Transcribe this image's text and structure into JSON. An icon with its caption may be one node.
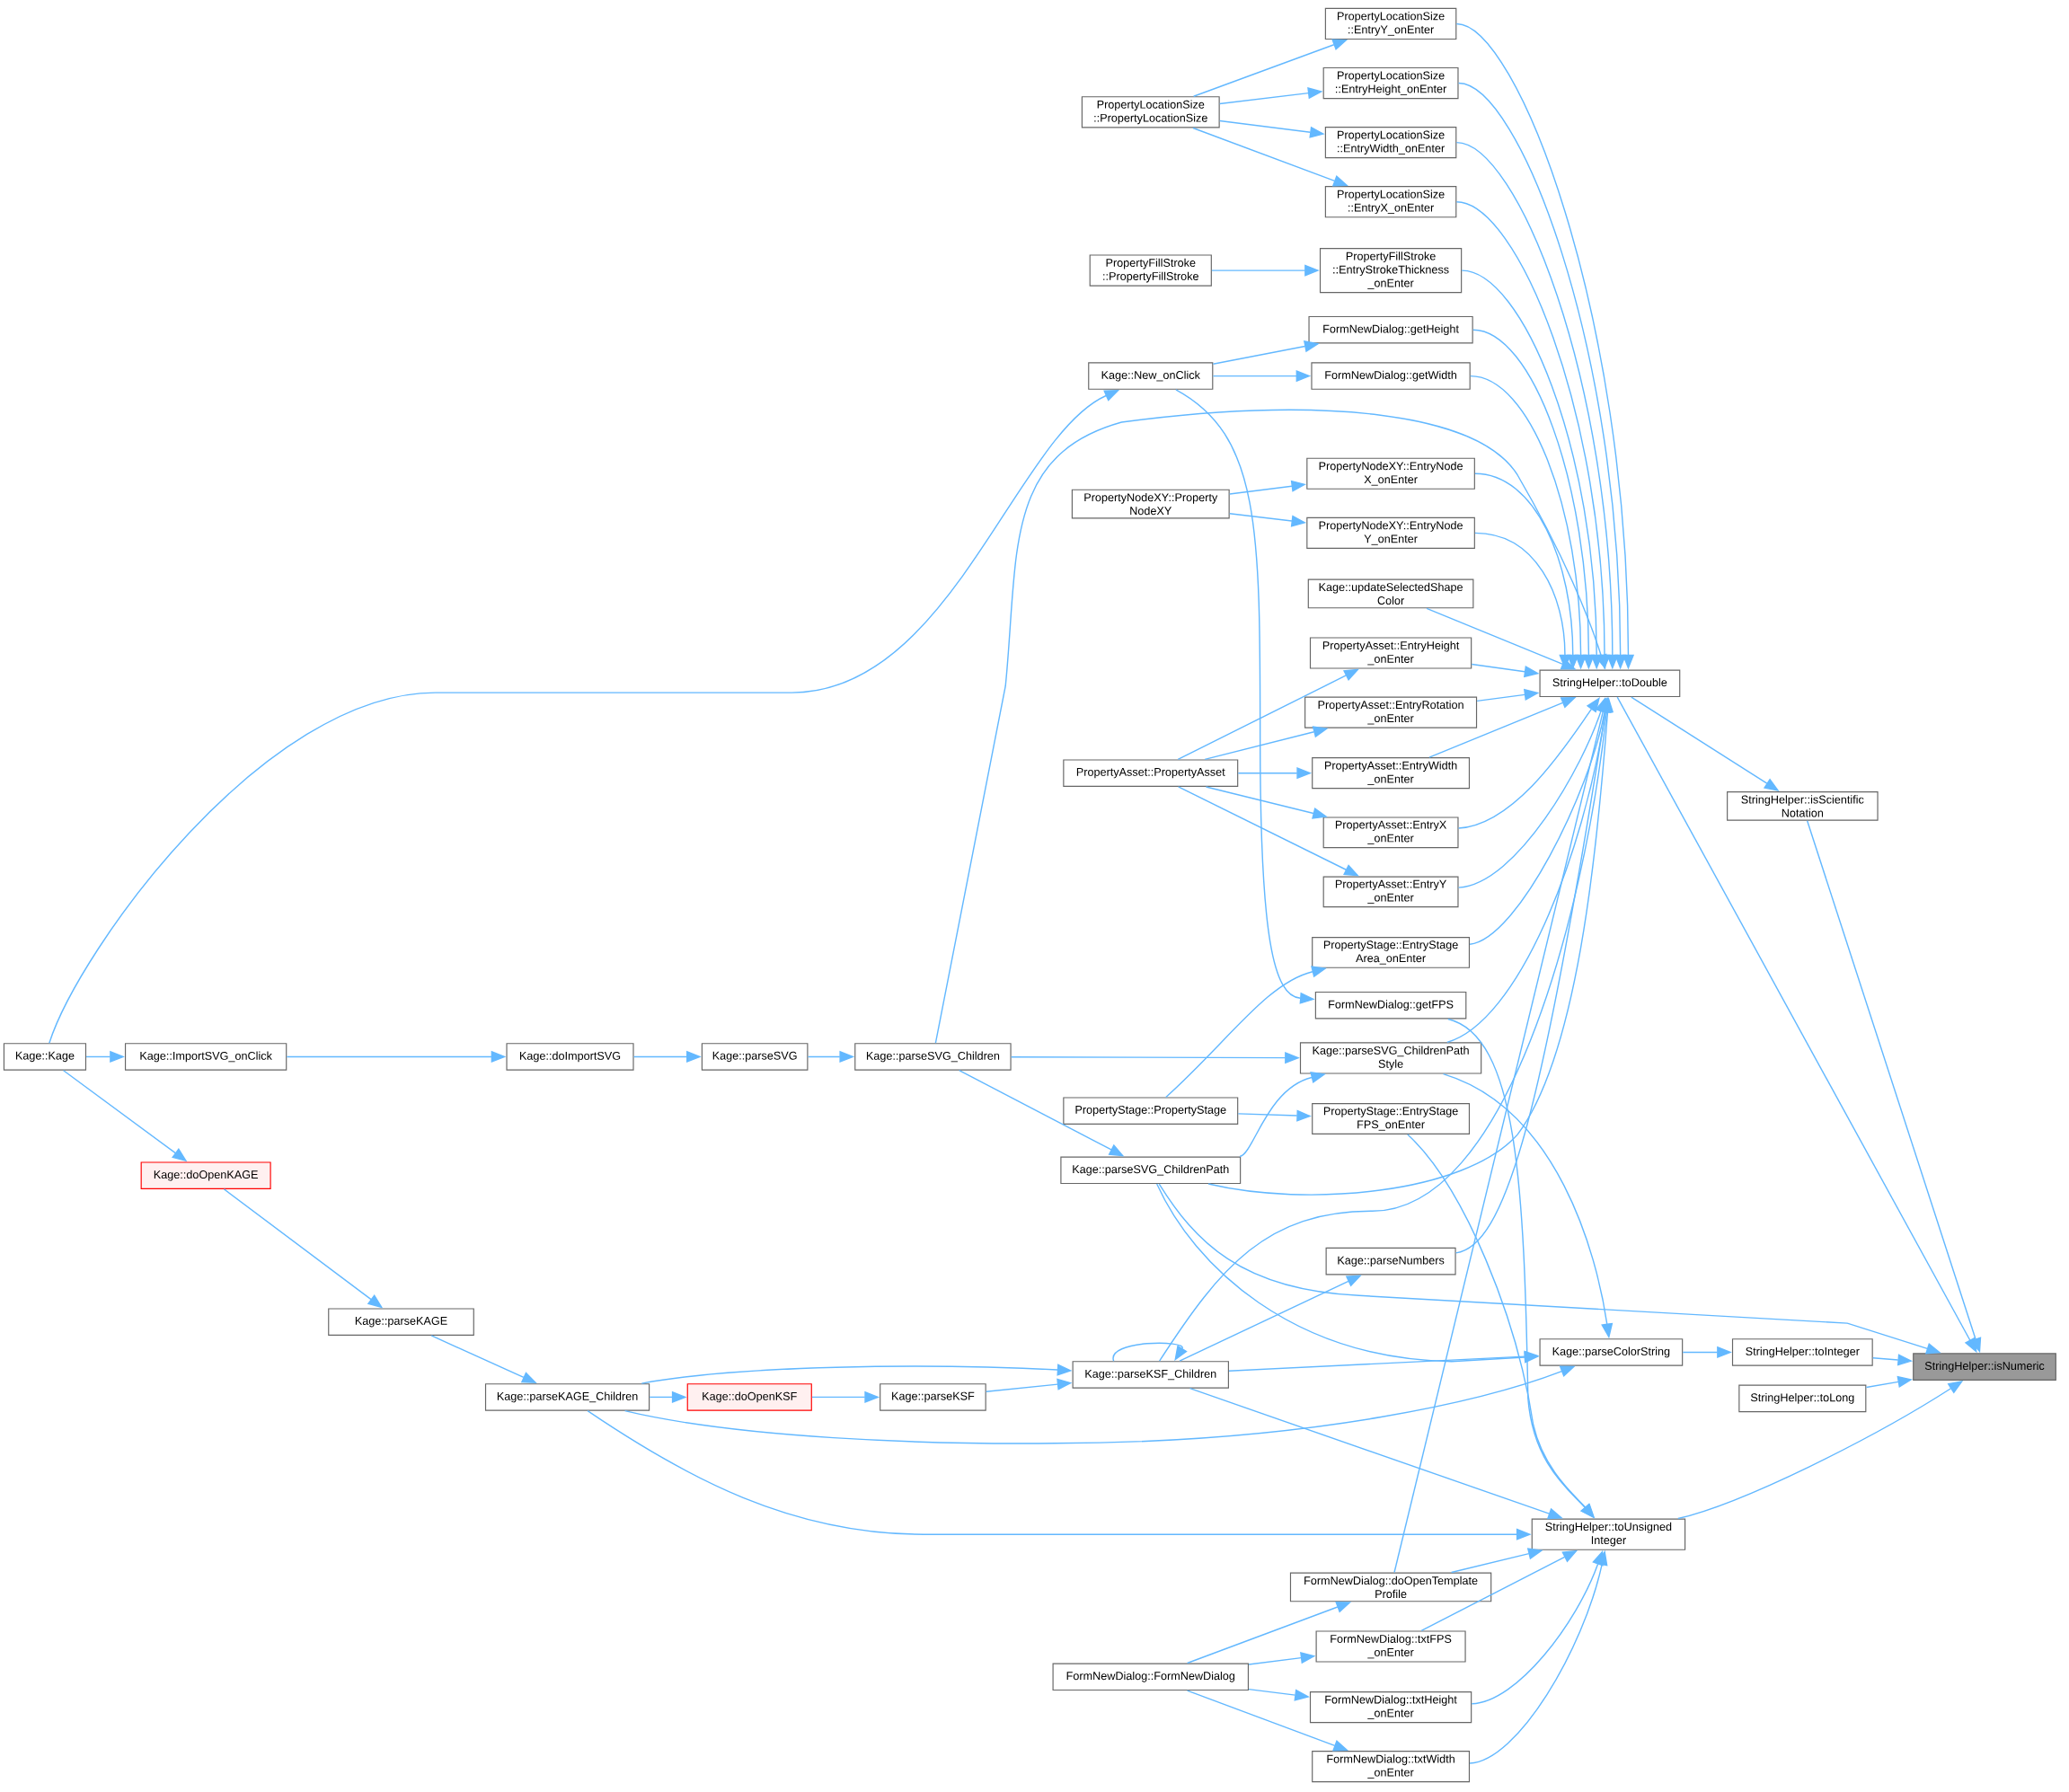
{
  "diagram": {
    "nodes": [
      {
        "text": [
          "Kage::Kage"
        ]
      },
      {
        "text": [
          "Kage::ImportSVG_onClick"
        ]
      },
      {
        "text": [
          "Kage::doOpenKAGE"
        ]
      },
      {
        "text": [
          "Kage::doImportSVG"
        ]
      },
      {
        "text": [
          "Kage::parseKAGE"
        ]
      },
      {
        "text": [
          "Kage::parseSVG"
        ]
      },
      {
        "text": [
          "Kage::parseKAGE_Children"
        ]
      },
      {
        "text": [
          "Kage::doOpenKSF"
        ]
      },
      {
        "text": [
          "Kage::parseSVG_Children"
        ]
      },
      {
        "text": [
          "Kage::parseKSF"
        ]
      },
      {
        "text": [
          "PropertyLocationSize ::PropertyLocationSize"
        ]
      },
      {
        "text": [
          "PropertyFillStroke ::PropertyFillStroke"
        ]
      },
      {
        "text": [
          "Kage::New_onClick"
        ]
      },
      {
        "text": [
          "PropertyNodeXY::Property NodeXY"
        ]
      },
      {
        "text": [
          "PropertyAsset::PropertyAsset"
        ]
      },
      {
        "text": [
          "PropertyStage::PropertyStage"
        ]
      },
      {
        "text": [
          "Kage::parseSVG_ChildrenPath"
        ]
      },
      {
        "text": [
          "Kage::parseKSF_Children"
        ]
      },
      {
        "text": [
          "FormNewDialog::FormNewDialog"
        ]
      },
      {
        "text": [
          "PropertyLocationSize ::EntryY_onEnter"
        ]
      },
      {
        "text": [
          "PropertyLocationSize ::EntryHeight_onEnter"
        ]
      },
      {
        "text": [
          "PropertyLocationSize ::EntryWidth_onEnter"
        ]
      },
      {
        "text": [
          "PropertyLocationSize ::EntryX_onEnter"
        ]
      },
      {
        "text": [
          "PropertyFillStroke ::EntryStrokeThickness _onEnter"
        ]
      },
      {
        "text": [
          "FormNewDialog::getHeight"
        ]
      },
      {
        "text": [
          "FormNewDialog::getWidth"
        ]
      },
      {
        "text": [
          "PropertyNodeXY::EntryNode X_onEnter"
        ]
      },
      {
        "text": [
          "PropertyNodeXY::EntryNode Y_onEnter"
        ]
      },
      {
        "text": [
          "Kage::updateSelectedShape Color"
        ]
      },
      {
        "text": [
          "PropertyAsset::EntryHeight _onEnter"
        ]
      },
      {
        "text": [
          "PropertyAsset::EntryRotation _onEnter"
        ]
      },
      {
        "text": [
          "PropertyAsset::EntryWidth _onEnter"
        ]
      },
      {
        "text": [
          "PropertyAsset::EntryX _onEnter"
        ]
      },
      {
        "text": [
          "PropertyAsset::EntryY _onEnter"
        ]
      },
      {
        "text": [
          "PropertyStage::EntryStage Area_onEnter"
        ]
      },
      {
        "text": [
          "FormNewDialog::getFPS"
        ]
      },
      {
        "text": [
          "Kage::parseSVG_ChildrenPath Style"
        ]
      },
      {
        "text": [
          "PropertyStage::EntryStage FPS_onEnter"
        ]
      },
      {
        "text": [
          "Kage::parseNumbers"
        ]
      },
      {
        "text": [
          "FormNewDialog::doOpenTemplate Profile"
        ]
      },
      {
        "text": [
          "FormNewDialog::txtFPS _onEnter"
        ]
      },
      {
        "text": [
          "FormNewDialog::txtHeight _onEnter"
        ]
      },
      {
        "text": [
          "FormNewDialog::txtWidth _onEnter"
        ]
      },
      {
        "text": [
          "StringHelper::toDouble"
        ]
      },
      {
        "text": [
          "Kage::parseColorString"
        ]
      },
      {
        "text": [
          "StringHelper::toUnsigned Integer"
        ]
      },
      {
        "text": [
          "StringHelper::isScientific Notation"
        ]
      },
      {
        "text": [
          "StringHelper::toInteger"
        ]
      },
      {
        "text": [
          "StringHelper::toLong"
        ]
      },
      {
        "text": [
          "StringHelper::isNumeric"
        ]
      }
    ],
    "edges": [
      {
        "from": 0,
        "to": 1,
        "arrow": "to"
      },
      {
        "from": 0,
        "to": 12,
        "arrow": "to"
      },
      {
        "from": 0,
        "to": 2,
        "arrow": "to"
      },
      {
        "from": 1,
        "to": 3,
        "arrow": "to"
      },
      {
        "from": 3,
        "to": 5,
        "arrow": "to"
      },
      {
        "from": 5,
        "to": 8,
        "arrow": "to"
      },
      {
        "from": 2,
        "to": 4,
        "arrow": "to"
      },
      {
        "from": 4,
        "to": 6,
        "arrow": "to"
      },
      {
        "from": 6,
        "to": 7,
        "arrow": "to"
      },
      {
        "from": 7,
        "to": 9,
        "arrow": "to"
      },
      {
        "from": 9,
        "to": 17,
        "arrow": "to"
      },
      {
        "from": 6,
        "to": 17,
        "arrow": "to"
      },
      {
        "from": 6,
        "to": 44,
        "arrow": "to"
      },
      {
        "from": 6,
        "to": 45,
        "arrow": "to"
      },
      {
        "from": 8,
        "to": 43,
        "arrow": "to"
      },
      {
        "from": 8,
        "to": 16,
        "arrow": "to"
      },
      {
        "from": 8,
        "to": 36,
        "arrow": "to"
      },
      {
        "from": 10,
        "to": 19,
        "arrow": "to"
      },
      {
        "from": 10,
        "to": 20,
        "arrow": "to"
      },
      {
        "from": 10,
        "to": 21,
        "arrow": "to"
      },
      {
        "from": 10,
        "to": 22,
        "arrow": "to"
      },
      {
        "from": 11,
        "to": 23,
        "arrow": "to"
      },
      {
        "from": 12,
        "to": 24,
        "arrow": "to"
      },
      {
        "from": 12,
        "to": 25,
        "arrow": "to"
      },
      {
        "from": 12,
        "to": 35,
        "arrow": "to"
      },
      {
        "from": 13,
        "to": 26,
        "arrow": "to"
      },
      {
        "from": 13,
        "to": 27,
        "arrow": "to"
      },
      {
        "from": 14,
        "to": 29,
        "arrow": "to"
      },
      {
        "from": 14,
        "to": 30,
        "arrow": "to"
      },
      {
        "from": 14,
        "to": 31,
        "arrow": "to"
      },
      {
        "from": 14,
        "to": 32,
        "arrow": "to"
      },
      {
        "from": 14,
        "to": 33,
        "arrow": "to"
      },
      {
        "from": 15,
        "to": 34,
        "arrow": "to"
      },
      {
        "from": 15,
        "to": 37,
        "arrow": "to"
      },
      {
        "from": 16,
        "to": 36,
        "arrow": "to"
      },
      {
        "from": 16,
        "to": 43,
        "arrow": "to"
      },
      {
        "from": 16,
        "to": 44,
        "arrow": "to"
      },
      {
        "from": 16,
        "to": 49,
        "arrow": "to"
      },
      {
        "from": 17,
        "to": 17,
        "arrow": "to"
      },
      {
        "from": 17,
        "to": 38,
        "arrow": "to"
      },
      {
        "from": 17,
        "to": 43,
        "arrow": "to"
      },
      {
        "from": 17,
        "to": 44,
        "arrow": "to"
      },
      {
        "from": 17,
        "to": 45,
        "arrow": "to"
      },
      {
        "from": 18,
        "to": 39,
        "arrow": "to"
      },
      {
        "from": 18,
        "to": 40,
        "arrow": "to"
      },
      {
        "from": 18,
        "to": 41,
        "arrow": "to"
      },
      {
        "from": 18,
        "to": 42,
        "arrow": "to"
      },
      {
        "from": 19,
        "to": 43,
        "arrow": "to"
      },
      {
        "from": 20,
        "to": 43,
        "arrow": "to"
      },
      {
        "from": 21,
        "to": 43,
        "arrow": "to"
      },
      {
        "from": 22,
        "to": 43,
        "arrow": "to"
      },
      {
        "from": 23,
        "to": 43,
        "arrow": "to"
      },
      {
        "from": 24,
        "to": 43,
        "arrow": "to"
      },
      {
        "from": 25,
        "to": 43,
        "arrow": "to"
      },
      {
        "from": 26,
        "to": 43,
        "arrow": "to"
      },
      {
        "from": 27,
        "to": 43,
        "arrow": "to"
      },
      {
        "from": 28,
        "to": 43,
        "arrow": "to"
      },
      {
        "from": 29,
        "to": 43,
        "arrow": "to"
      },
      {
        "from": 30,
        "to": 43,
        "arrow": "to"
      },
      {
        "from": 31,
        "to": 43,
        "arrow": "to"
      },
      {
        "from": 32,
        "to": 43,
        "arrow": "to"
      },
      {
        "from": 33,
        "to": 43,
        "arrow": "to"
      },
      {
        "from": 34,
        "to": 43,
        "arrow": "to"
      },
      {
        "from": 35,
        "to": 45,
        "arrow": "to"
      },
      {
        "from": 36,
        "to": 43,
        "arrow": "to"
      },
      {
        "from": 36,
        "to": 44,
        "arrow": "to"
      },
      {
        "from": 37,
        "to": 45,
        "arrow": "to"
      },
      {
        "from": 38,
        "to": 43,
        "arrow": "to"
      },
      {
        "from": 39,
        "to": 43,
        "arrow": "to"
      },
      {
        "from": 39,
        "to": 45,
        "arrow": "to"
      },
      {
        "from": 40,
        "to": 45,
        "arrow": "to"
      },
      {
        "from": 41,
        "to": 45,
        "arrow": "to"
      },
      {
        "from": 42,
        "to": 45,
        "arrow": "to"
      },
      {
        "from": 43,
        "to": 46,
        "arrow": "to"
      },
      {
        "from": 43,
        "to": 49,
        "arrow": "to"
      },
      {
        "from": 44,
        "to": 47,
        "arrow": "to"
      },
      {
        "from": 45,
        "to": 49,
        "arrow": "to"
      },
      {
        "from": 46,
        "to": 49,
        "arrow": "to"
      },
      {
        "from": 47,
        "to": 49,
        "arrow": "to"
      },
      {
        "from": 48,
        "to": 49,
        "arrow": "to"
      }
    ]
  }
}
